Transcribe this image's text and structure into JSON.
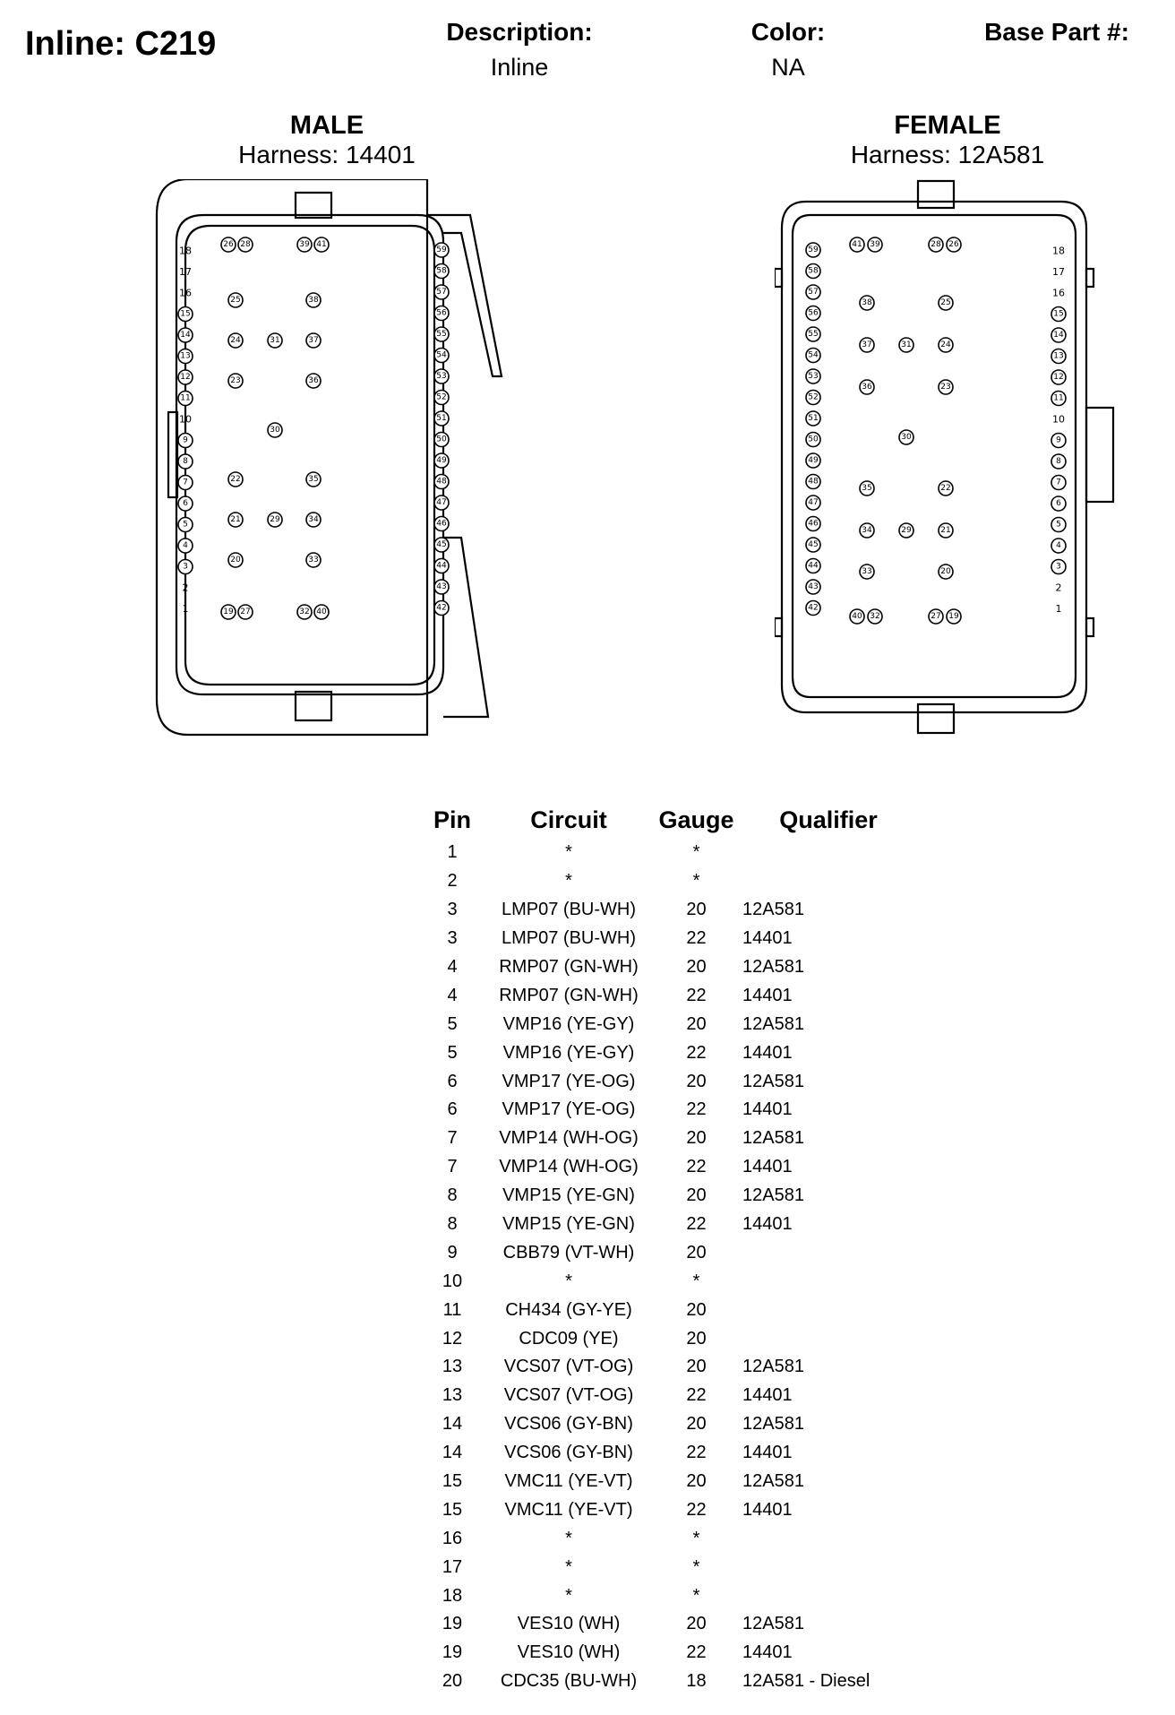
{
  "header": {
    "title": "Inline: C219",
    "description_label": "Description:",
    "description_value": "Inline",
    "color_label": "Color:",
    "color_value": "NA",
    "base_part_label": "Base Part #:"
  },
  "male": {
    "title": "MALE",
    "harness": "Harness: 14401",
    "pins": [
      {
        "id": "26"
      },
      {
        "id": "28"
      },
      {
        "id": "39"
      },
      {
        "id": "41"
      },
      {
        "id": "18",
        "plain": true
      },
      {
        "id": "17",
        "plain": true
      },
      {
        "id": "16",
        "plain": true
      },
      {
        "id": "15"
      },
      {
        "id": "14"
      },
      {
        "id": "13"
      },
      {
        "id": "12"
      },
      {
        "id": "11"
      },
      {
        "id": "10",
        "plain": true
      },
      {
        "id": "9"
      },
      {
        "id": "8"
      },
      {
        "id": "7"
      },
      {
        "id": "6"
      },
      {
        "id": "5"
      },
      {
        "id": "4"
      },
      {
        "id": "3"
      },
      {
        "id": "2",
        "plain": true
      },
      {
        "id": "1",
        "plain": true
      },
      {
        "id": "59"
      },
      {
        "id": "58"
      },
      {
        "id": "57"
      },
      {
        "id": "56"
      },
      {
        "id": "55"
      },
      {
        "id": "54"
      },
      {
        "id": "53"
      },
      {
        "id": "52"
      },
      {
        "id": "51"
      },
      {
        "id": "50"
      },
      {
        "id": "49"
      },
      {
        "id": "48"
      },
      {
        "id": "47"
      },
      {
        "id": "46"
      },
      {
        "id": "45"
      },
      {
        "id": "44"
      },
      {
        "id": "43"
      },
      {
        "id": "42"
      },
      {
        "id": "25"
      },
      {
        "id": "38"
      },
      {
        "id": "24"
      },
      {
        "id": "31"
      },
      {
        "id": "37"
      },
      {
        "id": "23"
      },
      {
        "id": "36"
      },
      {
        "id": "30"
      },
      {
        "id": "22"
      },
      {
        "id": "35"
      },
      {
        "id": "21"
      },
      {
        "id": "29"
      },
      {
        "id": "34"
      },
      {
        "id": "20"
      },
      {
        "id": "33"
      },
      {
        "id": "19"
      },
      {
        "id": "27"
      },
      {
        "id": "32"
      },
      {
        "id": "40"
      }
    ]
  },
  "female": {
    "title": "FEMALE",
    "harness": "Harness: 12A581",
    "pins": [
      {
        "id": "41"
      },
      {
        "id": "39"
      },
      {
        "id": "28"
      },
      {
        "id": "26"
      },
      {
        "id": "18",
        "plain": true
      },
      {
        "id": "17",
        "plain": true
      },
      {
        "id": "16",
        "plain": true
      },
      {
        "id": "15"
      },
      {
        "id": "14"
      },
      {
        "id": "13"
      },
      {
        "id": "12"
      },
      {
        "id": "11"
      },
      {
        "id": "10",
        "plain": true
      },
      {
        "id": "9"
      },
      {
        "id": "8"
      },
      {
        "id": "7"
      },
      {
        "id": "6"
      },
      {
        "id": "5"
      },
      {
        "id": "4"
      },
      {
        "id": "3"
      },
      {
        "id": "2",
        "plain": true
      },
      {
        "id": "1",
        "plain": true
      },
      {
        "id": "59"
      },
      {
        "id": "58"
      },
      {
        "id": "57"
      },
      {
        "id": "56"
      },
      {
        "id": "55"
      },
      {
        "id": "54"
      },
      {
        "id": "53"
      },
      {
        "id": "52"
      },
      {
        "id": "51"
      },
      {
        "id": "50"
      },
      {
        "id": "49"
      },
      {
        "id": "48"
      },
      {
        "id": "47"
      },
      {
        "id": "46"
      },
      {
        "id": "45"
      },
      {
        "id": "44"
      },
      {
        "id": "43"
      },
      {
        "id": "42"
      },
      {
        "id": "38"
      },
      {
        "id": "25"
      },
      {
        "id": "37"
      },
      {
        "id": "31"
      },
      {
        "id": "24"
      },
      {
        "id": "36"
      },
      {
        "id": "23"
      },
      {
        "id": "30"
      },
      {
        "id": "35"
      },
      {
        "id": "22"
      },
      {
        "id": "34"
      },
      {
        "id": "29"
      },
      {
        "id": "21"
      },
      {
        "id": "33"
      },
      {
        "id": "20"
      },
      {
        "id": "40"
      },
      {
        "id": "32"
      },
      {
        "id": "27"
      },
      {
        "id": "19"
      }
    ]
  },
  "table": {
    "headers": [
      "Pin",
      "Circuit",
      "Gauge",
      "Qualifier"
    ],
    "rows": [
      [
        "1",
        "*",
        "*",
        ""
      ],
      [
        "2",
        "*",
        "*",
        ""
      ],
      [
        "3",
        "LMP07 (BU-WH)",
        "20",
        "12A581"
      ],
      [
        "3",
        "LMP07 (BU-WH)",
        "22",
        "14401"
      ],
      [
        "4",
        "RMP07 (GN-WH)",
        "20",
        "12A581"
      ],
      [
        "4",
        "RMP07 (GN-WH)",
        "22",
        "14401"
      ],
      [
        "5",
        "VMP16 (YE-GY)",
        "20",
        "12A581"
      ],
      [
        "5",
        "VMP16 (YE-GY)",
        "22",
        "14401"
      ],
      [
        "6",
        "VMP17 (YE-OG)",
        "20",
        "12A581"
      ],
      [
        "6",
        "VMP17 (YE-OG)",
        "22",
        "14401"
      ],
      [
        "7",
        "VMP14 (WH-OG)",
        "20",
        "12A581"
      ],
      [
        "7",
        "VMP14 (WH-OG)",
        "22",
        "14401"
      ],
      [
        "8",
        "VMP15 (YE-GN)",
        "20",
        "12A581"
      ],
      [
        "8",
        "VMP15 (YE-GN)",
        "22",
        "14401"
      ],
      [
        "9",
        "CBB79 (VT-WH)",
        "20",
        ""
      ],
      [
        "10",
        "*",
        "*",
        ""
      ],
      [
        "11",
        "CH434 (GY-YE)",
        "20",
        ""
      ],
      [
        "12",
        "CDC09 (YE)",
        "20",
        ""
      ],
      [
        "13",
        "VCS07 (VT-OG)",
        "20",
        "12A581"
      ],
      [
        "13",
        "VCS07 (VT-OG)",
        "22",
        "14401"
      ],
      [
        "14",
        "VCS06 (GY-BN)",
        "20",
        "12A581"
      ],
      [
        "14",
        "VCS06 (GY-BN)",
        "22",
        "14401"
      ],
      [
        "15",
        "VMC11 (YE-VT)",
        "20",
        "12A581"
      ],
      [
        "15",
        "VMC11 (YE-VT)",
        "22",
        "14401"
      ],
      [
        "16",
        "*",
        "*",
        ""
      ],
      [
        "17",
        "*",
        "*",
        ""
      ],
      [
        "18",
        "*",
        "*",
        ""
      ],
      [
        "19",
        "VES10 (WH)",
        "20",
        "12A581"
      ],
      [
        "19",
        "VES10 (WH)",
        "22",
        "14401"
      ],
      [
        "20",
        "CDC35 (BU-WH)",
        "18",
        "12A581 - Diesel"
      ]
    ]
  }
}
